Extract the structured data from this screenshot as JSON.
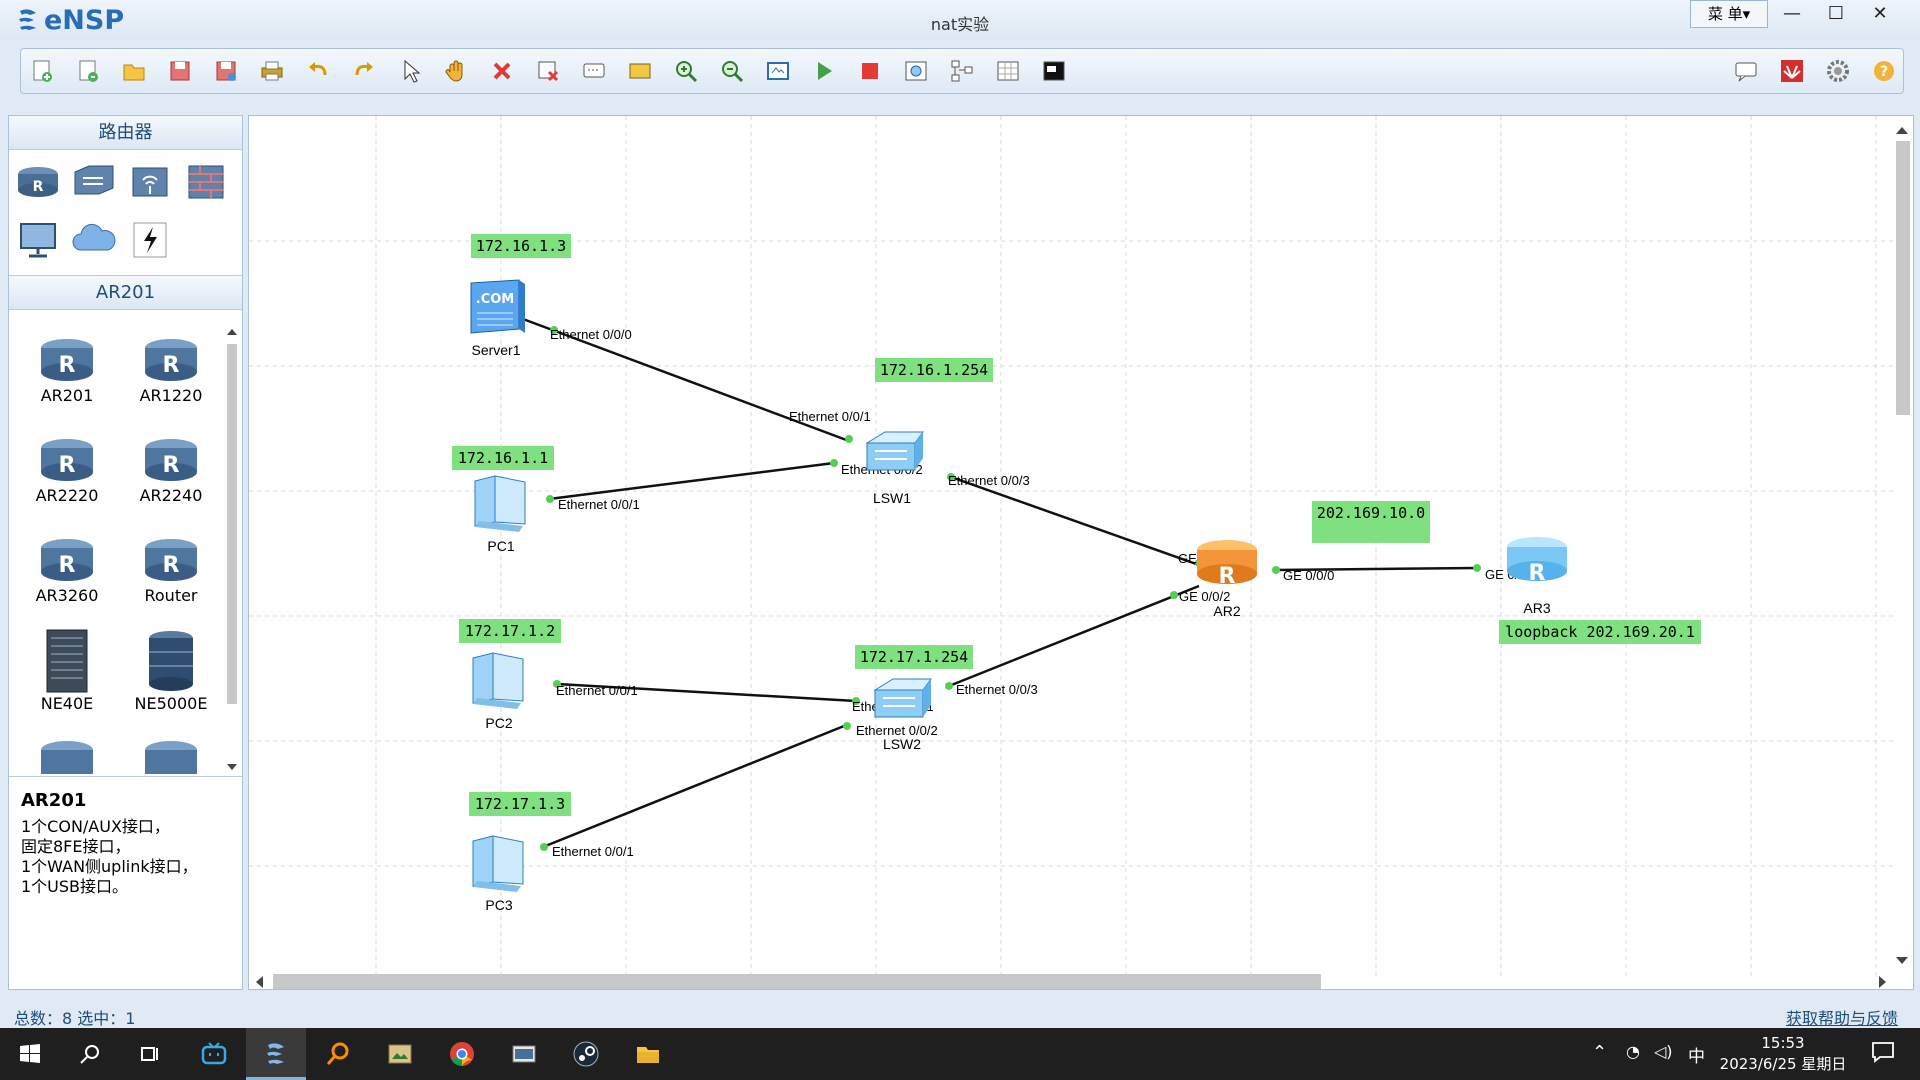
{
  "app": {
    "name": "eNSP",
    "title": "nat实验",
    "menu": "菜 单▾"
  },
  "window_controls": [
    "—",
    "☐",
    "✕"
  ],
  "toolbar": {
    "icons": [
      "new-topology-icon",
      "new-example-icon",
      "open-icon",
      "save-icon",
      "save-as-icon",
      "print-icon",
      "undo-icon",
      "redo-icon",
      "select-icon",
      "pan-icon",
      "delete-icon",
      "delete-link-icon",
      "text-icon",
      "palette-icon",
      "zoom-in-icon",
      "zoom-out-icon",
      "fit-icon",
      "start-icon",
      "stop-icon",
      "capture-icon",
      "topology-icon",
      "grid-icon",
      "terminal-icon"
    ],
    "right_icons": [
      "chat-icon",
      "huawei-icon",
      "settings-icon",
      "help-icon"
    ]
  },
  "left": {
    "category_title": "路由器",
    "categories": [
      "router-category-icon",
      "switch-category-icon",
      "wireless-category-icon",
      "firewall-category-icon",
      "terminal-category-icon",
      "cloud-category-icon",
      "link-category-icon"
    ],
    "model_title": "AR201",
    "devices": [
      {
        "name": "AR201"
      },
      {
        "name": "AR1220"
      },
      {
        "name": "AR2220"
      },
      {
        "name": "AR2240"
      },
      {
        "name": "AR3260"
      },
      {
        "name": "Router"
      },
      {
        "name": "NE40E"
      },
      {
        "name": "NE5000E"
      }
    ],
    "desc_title": "AR201",
    "desc_lines": [
      "1个CON/AUX接口，",
      "固定8FE接口，",
      "1个WAN侧uplink接口，",
      "1个USB接口。"
    ]
  },
  "topology": {
    "nodes": [
      {
        "id": "Server1",
        "label": "Server1",
        "icon_text": ".COM"
      },
      {
        "id": "PC1",
        "label": "PC1"
      },
      {
        "id": "PC2",
        "label": "PC2"
      },
      {
        "id": "PC3",
        "label": "PC3"
      },
      {
        "id": "LSW1",
        "label": "LSW1"
      },
      {
        "id": "LSW2",
        "label": "LSW2"
      },
      {
        "id": "AR2",
        "label": "AR2"
      },
      {
        "id": "AR3",
        "label": "AR3"
      }
    ],
    "notes": {
      "server1": "172.16.1.3",
      "pc1": "172.16.1.1",
      "lsw1": "172.16.1.254",
      "pc2": "172.17.1.2",
      "lsw2": "172.17.1.254",
      "pc3": "172.17.1.3",
      "link": "202.169.10.0",
      "ar3": "loopback 202.169.20.1"
    },
    "ports": {
      "server1_e000": "Ethernet 0/0/0",
      "lsw1_e001": "Ethernet 0/0/1",
      "pc1_e001": "Ethernet 0/0/1",
      "lsw1_e002": "Ethernet 0/0/2",
      "lsw1_e003": "Ethernet 0/0/3",
      "ar2_ge001": "GE 0/0/1",
      "ar2_ge000": "GE 0/0/0",
      "ar2_ge002": "GE 0/0/2",
      "ar3_ge000": "GE 0/0/0",
      "pc2_e001": "Ethernet 0/0/1",
      "lsw2_e001": "Ethernet 0/0/1",
      "lsw2_e003": "Ethernet 0/0/3",
      "lsw2_e002": "Ethernet 0/0/2",
      "pc3_e001": "Ethernet 0/0/1"
    }
  },
  "status": {
    "left": "总数：8  选中：1",
    "right": "获取帮助与反馈"
  },
  "taskbar": {
    "time": "15:53",
    "date": "2023/6/25 星期日",
    "ime": "中",
    "apps": [
      "start-icon",
      "search-icon",
      "task-view-icon",
      "bilibili-icon",
      "ensp-icon",
      "search-tool-icon",
      "photos-icon",
      "chrome-icon",
      "terminal-app-icon",
      "steam-icon",
      "explorer-icon"
    ]
  }
}
